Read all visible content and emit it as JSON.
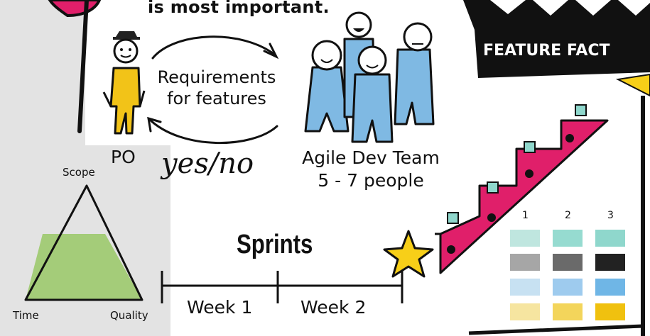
{
  "heading": "is most important.",
  "requirements": {
    "line1": "Requirements",
    "line2": "for features"
  },
  "po_label": "PO",
  "decision_label": "yes/no",
  "team": {
    "line1": "Agile Dev Team",
    "line2": "5 - 7 people"
  },
  "triangle": {
    "top": "Scope",
    "left": "Time",
    "right": "Quality"
  },
  "sprints": {
    "title": "Sprints",
    "week1": "Week 1",
    "week2": "Week 2"
  },
  "banner": {
    "text": "FEATURE FACT"
  },
  "palette": {
    "columns": [
      "1",
      "2",
      "3"
    ],
    "rows": [
      [
        "#bfe6df",
        "#96dbd0",
        "#8fd7cc"
      ],
      [
        "#a6a6a6",
        "#6a6a6a",
        "#222222"
      ],
      [
        "#c7e1f2",
        "#9ecbee",
        "#6fb6e6"
      ],
      [
        "#f6e5a0",
        "#f3d55b",
        "#f0c10f"
      ]
    ]
  },
  "colors": {
    "accent_pink": "#e01f6a",
    "person_yellow": "#f2c318",
    "team_blue": "#7fb9e3",
    "triangle_green": "#a4cc79",
    "star_yellow": "#f7cf18"
  }
}
